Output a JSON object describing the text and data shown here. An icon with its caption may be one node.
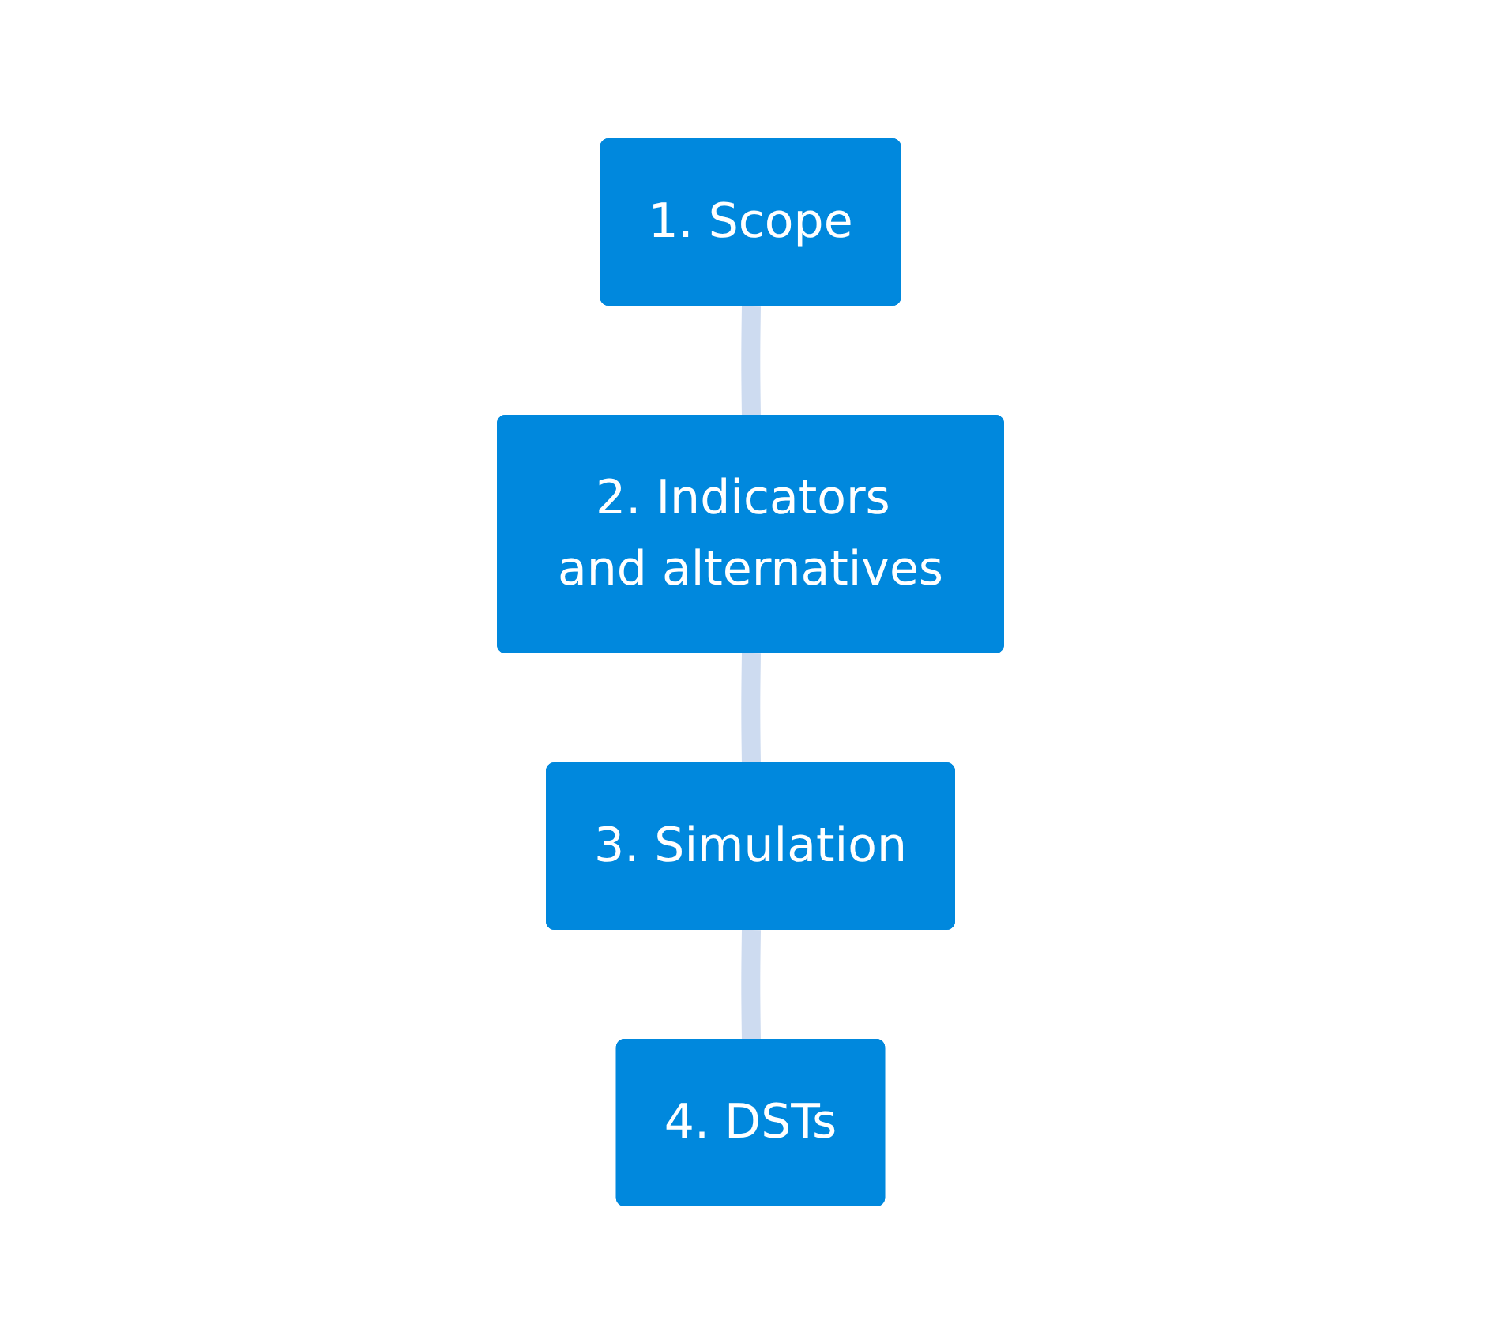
{
  "diagram": {
    "nodes": [
      {
        "text": [
          "1. Scope"
        ]
      },
      {
        "text": [
          "2. Indicators and alternatives"
        ]
      },
      {
        "text": [
          "3. Simulation"
        ]
      },
      {
        "text": [
          "4. DSTs"
        ]
      }
    ],
    "edges": [
      {
        "from": 0,
        "to": 1,
        "arrow": "none"
      },
      {
        "from": 1,
        "to": 2,
        "arrow": "none"
      },
      {
        "from": 2,
        "to": 3,
        "arrow": "none"
      }
    ]
  }
}
